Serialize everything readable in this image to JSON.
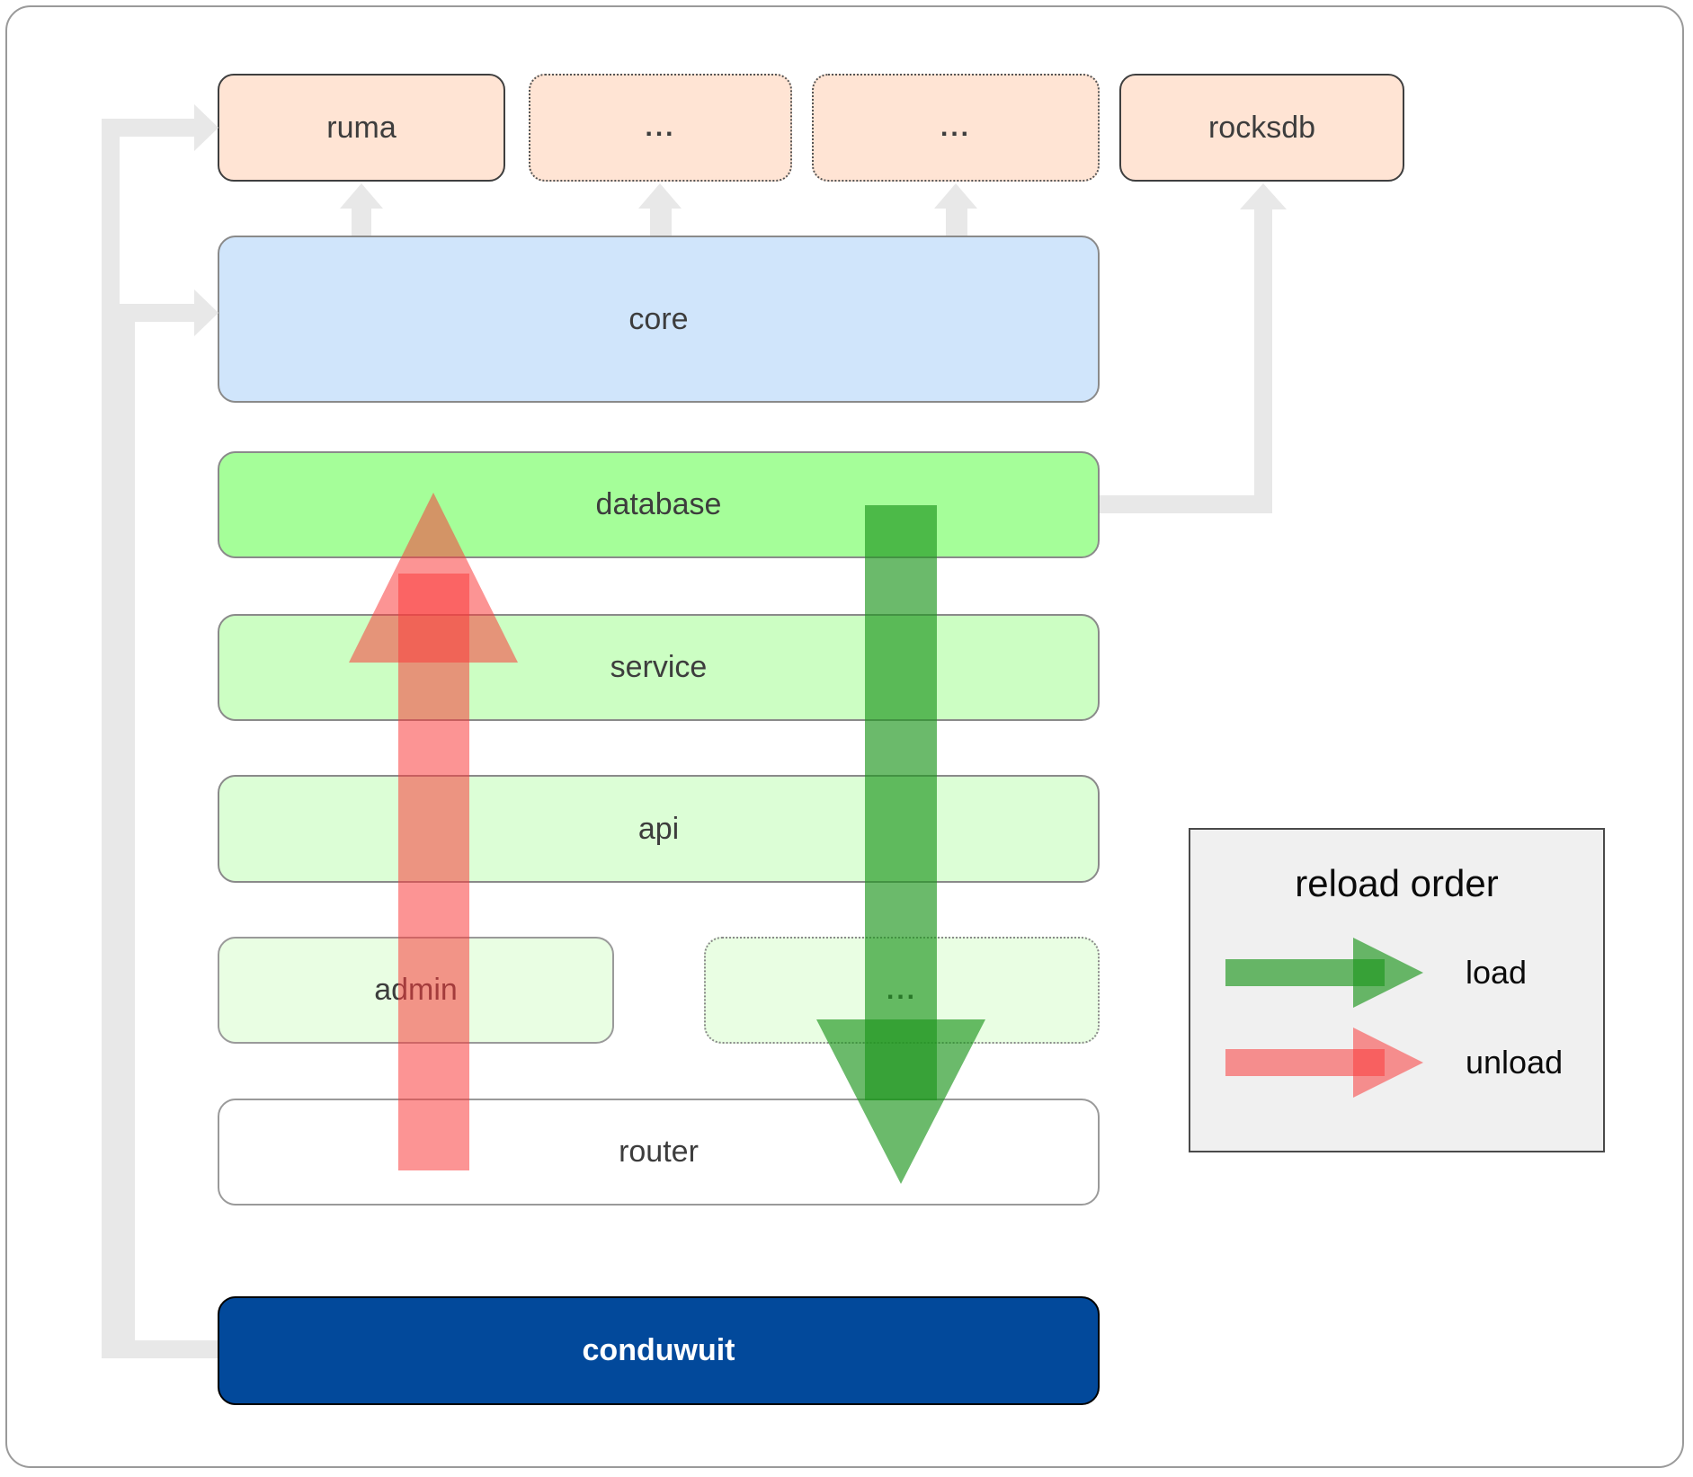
{
  "diagram": {
    "top_row": {
      "ruma": "ruma",
      "ellipsis_1": "...",
      "ellipsis_2": "...",
      "rocksdb": "rocksdb"
    },
    "layers": {
      "core": "core",
      "database": "database",
      "service": "service",
      "api": "api",
      "admin": "admin",
      "ellipsis_3": "...",
      "router": "router",
      "conduwuit": "conduwuit"
    },
    "legend": {
      "title": "reload order",
      "load_label": "load",
      "unload_label": "unload"
    },
    "colors": {
      "crate_peach": "#ffe4d4",
      "core_blue": "#d0e5fb",
      "database_green": "#a5fe99",
      "service_green": "#ccfec3",
      "api_green": "#dcfed6",
      "admin_green": "#e9fee3",
      "router_white": "#ffffff",
      "conduwuit_blue": "#02499b",
      "load_arrow_green": "#1e961e",
      "unload_arrow_red": "#fa3c3c",
      "connector_gray": "#e8e8e8"
    }
  }
}
